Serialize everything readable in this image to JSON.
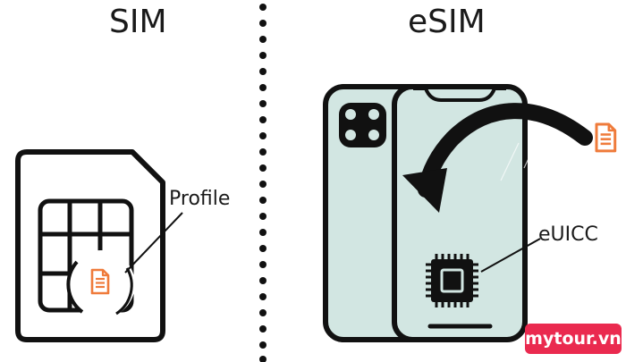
{
  "titles": {
    "left": "SIM",
    "right": "eSIM"
  },
  "labels": {
    "profile": "Profile",
    "euicc": "eUICC"
  },
  "watermark": "mytour.vn",
  "colors": {
    "outline": "#111111",
    "phone_body": "#d2e6e2",
    "document_accent": "#ef7b3b",
    "watermark_bg": "#ea2a4f"
  },
  "icons": [
    "sim-card-icon",
    "document-icon",
    "phone-back-icon",
    "phone-front-icon",
    "chip-icon",
    "curved-arrow-icon"
  ]
}
